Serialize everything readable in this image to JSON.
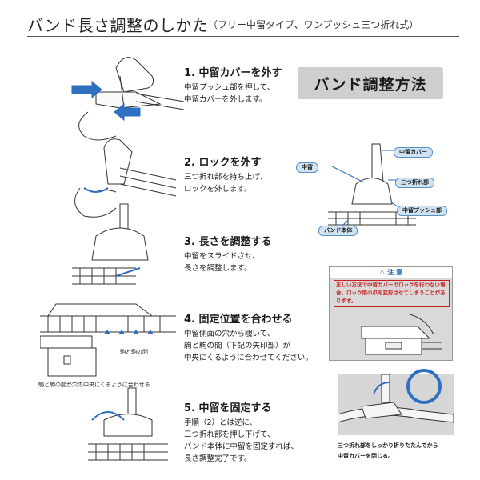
{
  "header": {
    "title": "バンド長さ調整のしかた",
    "subtitle": "（フリー中留タイプ、ワンプッシュ三つ折れ式）"
  },
  "badge": {
    "label": "バンド調整方法"
  },
  "steps": [
    {
      "title": "1. 中留カバーを外す",
      "desc": [
        "中留プッシュ部を押して、",
        "中留カバーを外します。"
      ]
    },
    {
      "title": "2. ロックを外す",
      "desc": [
        "三つ折れ部を持ち上げ、",
        "ロックを外します。"
      ]
    },
    {
      "title": "3. 長さを調整する",
      "desc": [
        "中留をスライドさせ、",
        "長さを調整します。"
      ]
    },
    {
      "title": "4. 固定位置を合わせる",
      "desc": [
        "中留側面の穴から覗いて、",
        "駒と駒の間（下記の矢印部）が",
        "中央にくるように合わせてください。"
      ]
    },
    {
      "title": "5. 中留を固定する",
      "desc": [
        "手順（2）とは逆に、",
        "三つ折れ部を押し下げて、",
        "バンド本体に中留を固定すれば、",
        "長さ調整完了です。"
      ]
    }
  ],
  "diagram_labels": {
    "cover": "中留カバー",
    "clasp": "中留",
    "fold": "三つ折れ部",
    "push": "中留プッシュ部",
    "band": "バンド本体"
  },
  "step4_labels": {
    "gap": "駒と駒の間",
    "note": "駒と駒の間が穴の中央にくるように合わせる"
  },
  "caution": {
    "heading": "注 意",
    "text": "正しい方法で中留カバーのロックを行わない場合、ロック用の爪を変形させてしまうことがあります。"
  },
  "final": {
    "caption1": "三つ折れ部をしっかり折りたたんでから",
    "caption2": "中留カバーを閉じる。"
  },
  "colors": {
    "accent_blue": "#2f6fc0",
    "caution_red": "#c81e1e",
    "badge_gray": "#cfcfcf"
  }
}
